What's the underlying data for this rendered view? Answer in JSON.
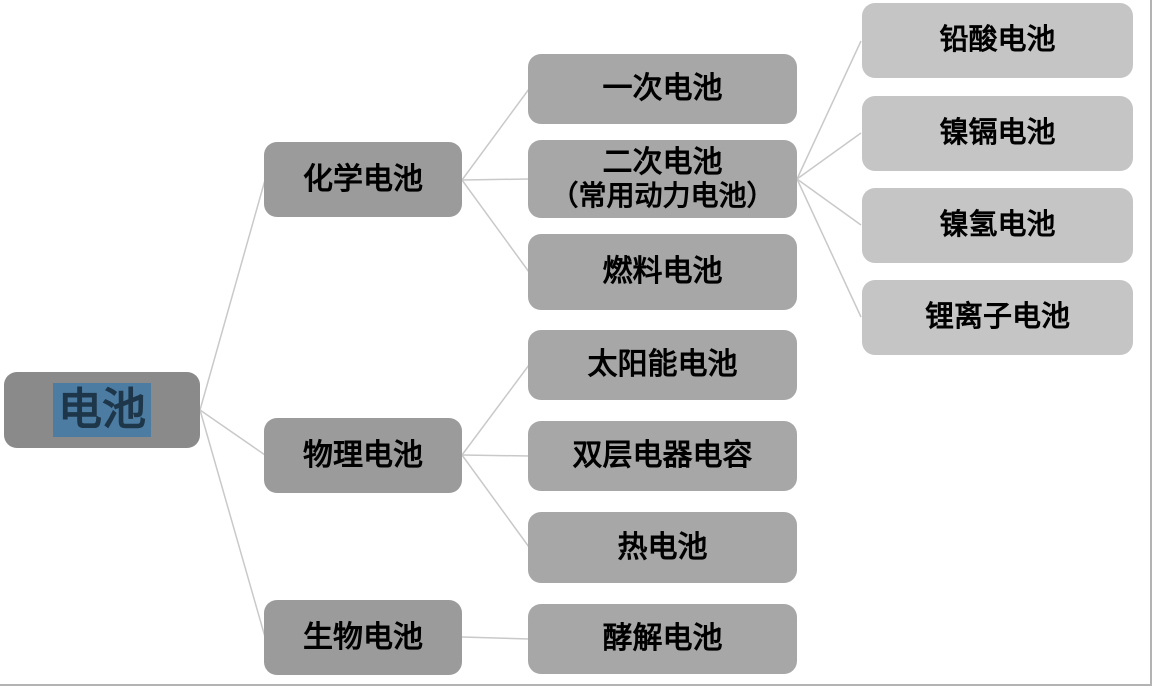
{
  "diagram": {
    "root": {
      "label": "电池"
    },
    "branches": [
      {
        "label": "化学电池",
        "children": [
          {
            "label": "一次电池"
          },
          {
            "label": "二次电池",
            "sublabel": "（常用动力电池）",
            "children": [
              {
                "label": "铅酸电池"
              },
              {
                "label": "镍镉电池"
              },
              {
                "label": "镍氢电池"
              },
              {
                "label": "锂离子电池"
              }
            ]
          },
          {
            "label": "燃料电池"
          }
        ]
      },
      {
        "label": "物理电池",
        "children": [
          {
            "label": "太阳能电池"
          },
          {
            "label": "双层电器电容"
          },
          {
            "label": "热电池"
          }
        ]
      },
      {
        "label": "生物电池",
        "children": [
          {
            "label": "酵解电池"
          }
        ]
      }
    ],
    "colors": {
      "root_fill": "#8a8a8a",
      "branch_fill": "#9b9b9b",
      "leaf_fill": "#a7a7a7",
      "subleaf_fill": "#c5c5c5",
      "connector": "#c9c9c9",
      "selection_highlight": "#4d7ca3",
      "selection_text_color": "#1d3649",
      "node_text_color": "#000000",
      "slide_border": "#b3b3b3"
    }
  }
}
